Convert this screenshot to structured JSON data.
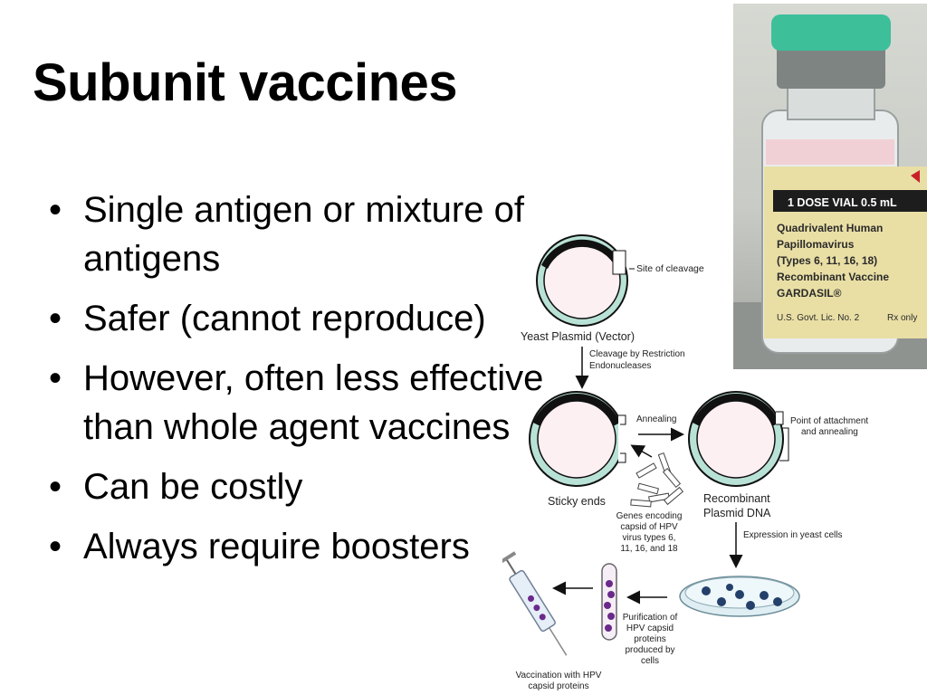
{
  "slide": {
    "title": "Subunit vaccines",
    "bullets": [
      "Single antigen or mixture of antigens",
      "Safer (cannot reproduce)",
      "However, often less effective than whole agent vaccines",
      "Can be costly",
      "Always require boosters"
    ]
  },
  "vial_photo": {
    "label_lines": [
      "1 DOSE VIAL 0.5 mL",
      "Quadrivalent Human",
      "Papillomavirus",
      "(Types 6, 11, 16, 18)",
      "Recombinant Vaccine",
      "GARDASIL®",
      "U.S. Govt. Lic. No. 2",
      "Rx only"
    ],
    "cap_color": "#3dbf9a"
  },
  "diagram": {
    "site_of_cleavage": "Site of cleavage",
    "plasmid_label": "Yeast Plasmid (Vector)",
    "cleavage_line1": "Cleavage by Restriction",
    "cleavage_line2": "Endonucleases",
    "annealing": "Annealing",
    "point_line1": "Point of attachment",
    "point_line2": "and annealing",
    "sticky_ends": "Sticky ends",
    "recombinant_line1": "Recombinant",
    "recombinant_line2": "Plasmid DNA",
    "genes_lines": [
      "Genes encoding",
      "capsid of HPV",
      "virus types 6,",
      "11, 16, and 18"
    ],
    "expression": "Expression in yeast cells",
    "purification_lines": [
      "Purification of",
      "HPV capsid",
      "proteins",
      "produced by",
      "cells"
    ],
    "vaccination_lines": [
      "Vaccination with HPV",
      "capsid proteins"
    ]
  }
}
